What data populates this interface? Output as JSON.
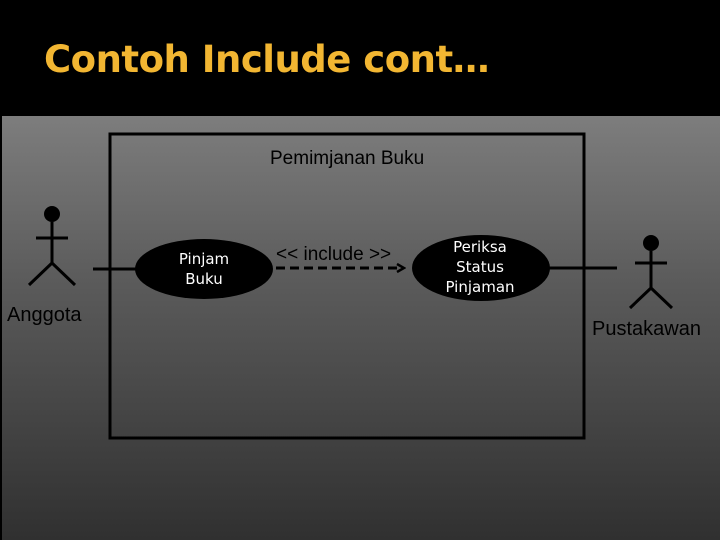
{
  "slide": {
    "title": "Contoh Include cont…"
  },
  "diagram": {
    "system_name": "Pemimjanan Buku",
    "actors": [
      {
        "name": "Anggota"
      },
      {
        "name": "Pustakawan"
      }
    ],
    "use_cases": [
      {
        "label": "Pinjam\nBuku"
      },
      {
        "label": "Periksa\nStatus\nPinjaman"
      }
    ],
    "relationship": {
      "label": "<< include >>"
    },
    "colors": {
      "title": "#f2b632",
      "use_case_fill": "#000000",
      "use_case_text": "#ffffff",
      "lines": "#000000"
    }
  }
}
